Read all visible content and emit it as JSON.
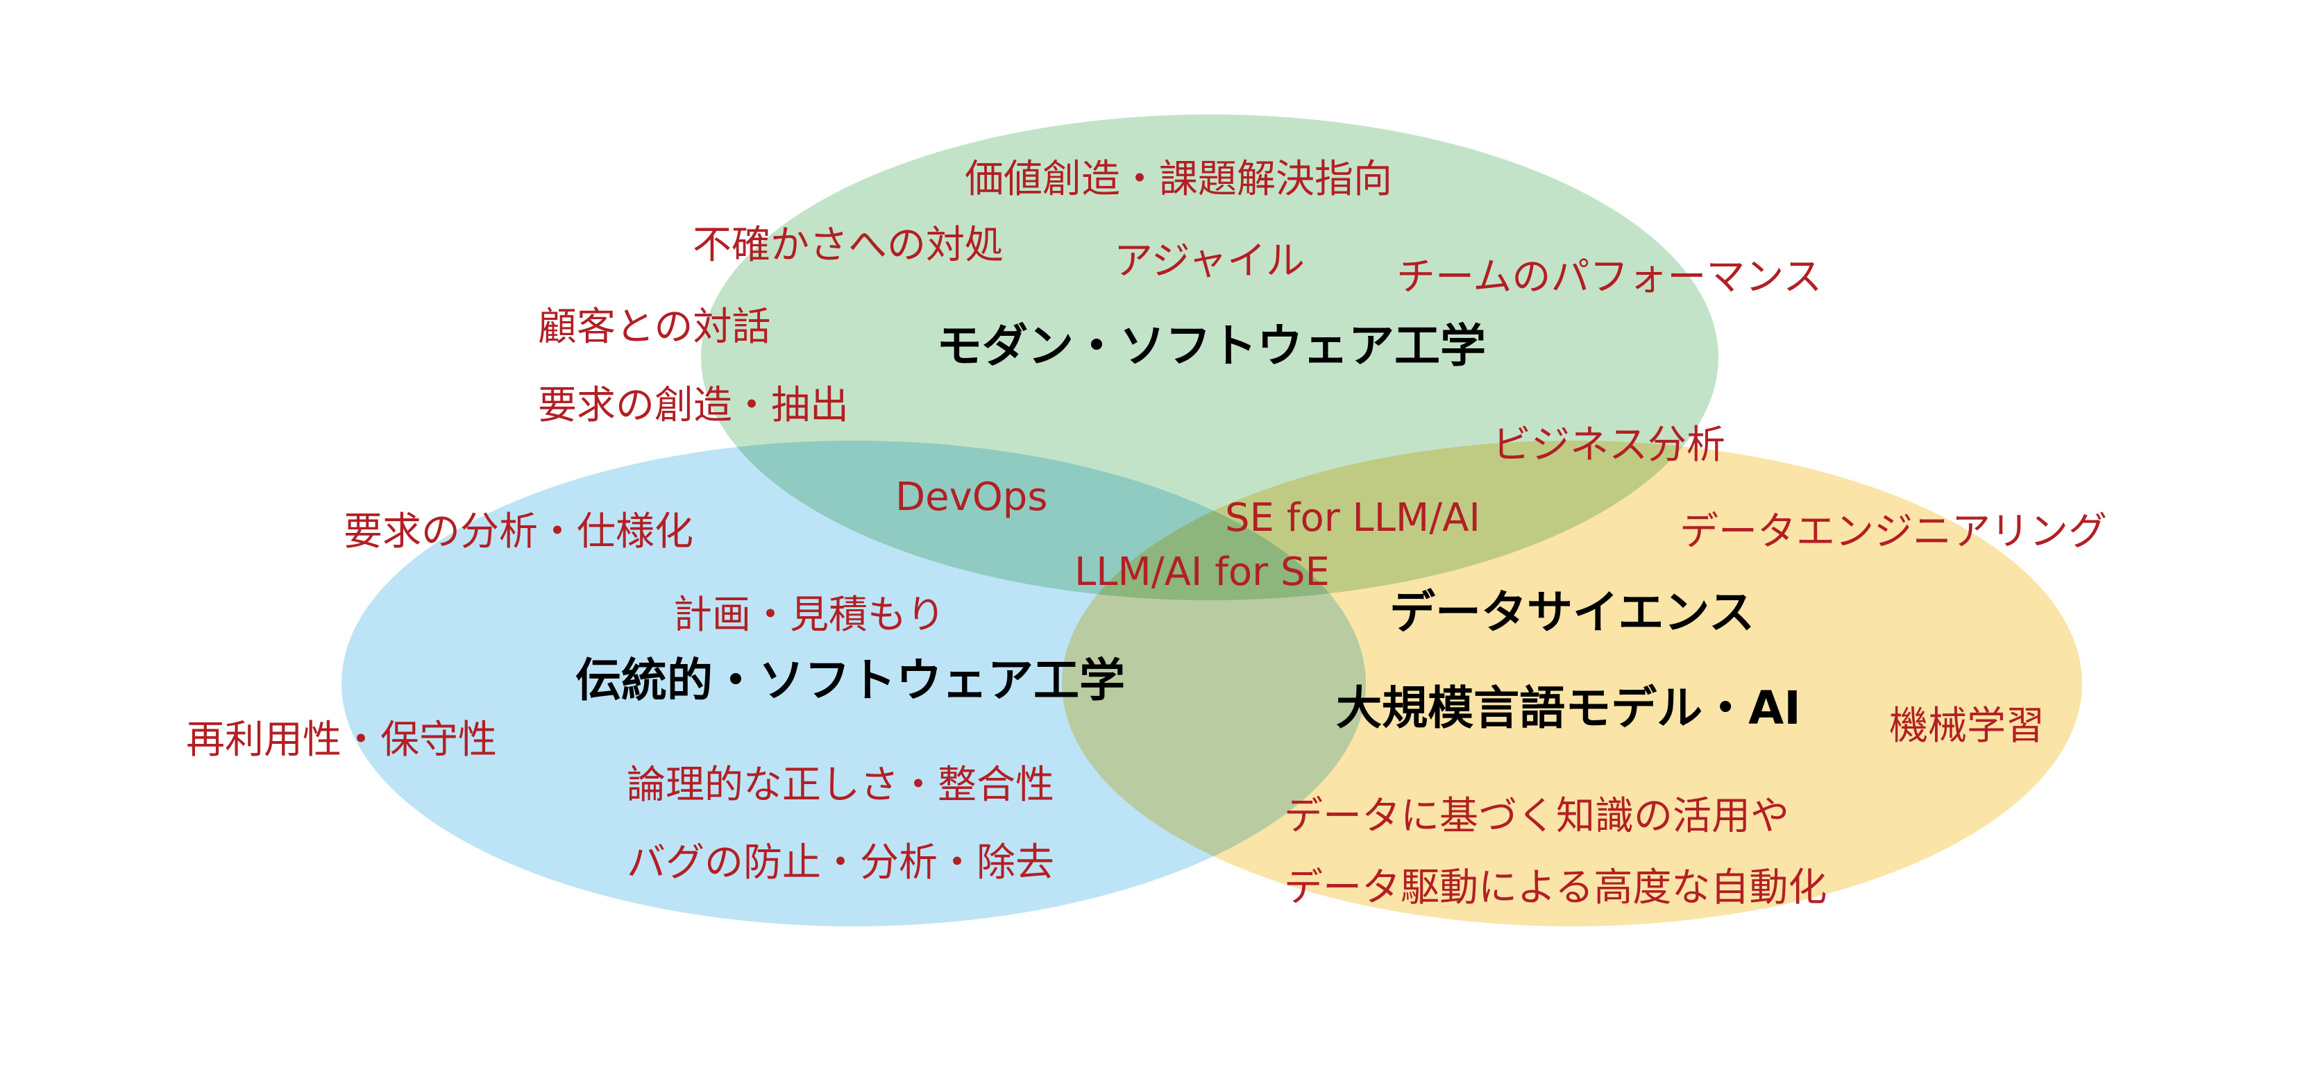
{
  "colors": {
    "green": "#c3e3c8",
    "blue": "#bde4f6",
    "yellow": "#fae4a7",
    "title_text": "#000000",
    "topic_text": "#b21f24"
  },
  "circles": {
    "modern": {
      "title": "モダン・ソフトウェア工学"
    },
    "traditional": {
      "title": "伝統的・ソフトウェア工学"
    },
    "data": {
      "title_line1": "データサイエンス",
      "title_line2": "大規模言語モデル・AI"
    }
  },
  "topics": {
    "value_creation": "価値創造・課題解決指向",
    "uncertainty": "不確かさへの対処",
    "agile": "アジャイル",
    "team_performance": "チームのパフォーマンス",
    "customer_dialogue": "顧客との対話",
    "requirements_creation": "要求の創造・抽出",
    "business_analysis": "ビジネス分析",
    "devops": "DevOps",
    "se_for_llm": "SE for LLM/AI",
    "llm_for_se": "LLM/AI for SE",
    "requirements_analysis": "要求の分析・仕様化",
    "data_engineering": "データエンジニアリング",
    "planning": "計画・見積もり",
    "reuse": "再利用性・保守性",
    "machine_learning": "機械学習",
    "logical_correctness": "論理的な正しさ・整合性",
    "bug_prevention": "バグの防止・分析・除去",
    "knowledge_use": "データに基づく知識の活用や",
    "automation": "データ駆動による高度な自動化"
  }
}
